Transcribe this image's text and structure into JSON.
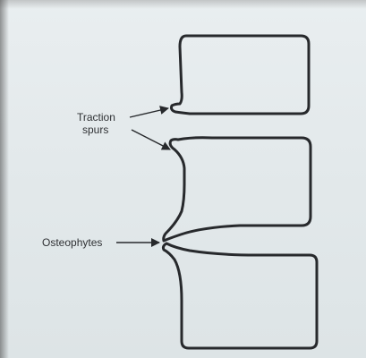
{
  "labels": {
    "traction_line1": "Traction",
    "traction_line2": "spurs",
    "osteophytes": "Osteophytes"
  },
  "colors": {
    "paper": "#e6ecee",
    "ink": "#27292c"
  }
}
